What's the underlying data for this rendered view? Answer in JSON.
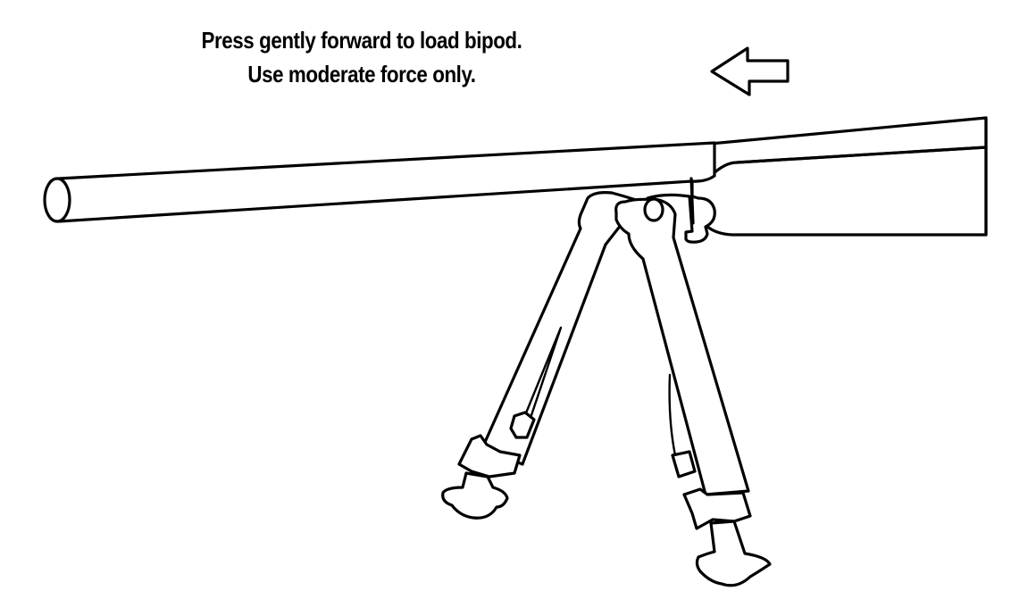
{
  "instruction": {
    "line1": "Press gently forward to load bipod.",
    "line2": "Use moderate force only."
  },
  "diagram": {
    "subject": "rifle-with-bipod",
    "direction_arrow": "arrow-left-icon",
    "stroke_color": "#000000",
    "background_color": "#ffffff"
  }
}
